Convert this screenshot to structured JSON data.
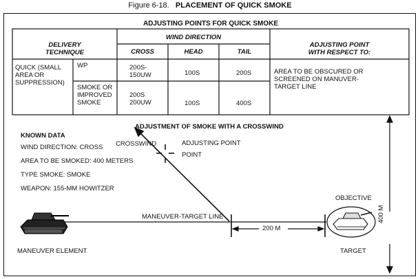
{
  "figure": {
    "number": "Figure 6-18.",
    "title": "PLACEMENT OF QUICK SMOKE"
  },
  "table": {
    "title": "ADJUSTING POINTS FOR QUICK SMOKE",
    "header": {
      "delivery_technique": [
        "DELIVERY",
        "TECHNIQUE"
      ],
      "wind_direction": "WIND DIRECTION",
      "cross": "CROSS",
      "head": "HEAD",
      "tail": "TAIL",
      "adjusting_point": [
        "ADJUSTING POINT",
        "WITH RESPECT TO:"
      ]
    },
    "technique": [
      "QUICK (SMALL",
      "AREA OR",
      "SUPPRESSION)"
    ],
    "rows": [
      {
        "munition": [
          "WP"
        ],
        "cross": [
          "200S-",
          "150UW"
        ],
        "head": "100S",
        "tail": "200S"
      },
      {
        "munition": [
          "SMOKE OR",
          "IMPROVED",
          "SMOKE"
        ],
        "cross": [
          "200S",
          "200UW"
        ],
        "head": "100S",
        "tail": "400S"
      }
    ],
    "adjusting_point_value": [
      "AREA TO BE OBSCURED OR",
      "SCREENED ON MANUVER-",
      "TARGET LINE"
    ]
  },
  "diagram": {
    "title": "ADJUSTMENT OF SMOKE WITH A CROSSWIND",
    "known_data": [
      "KNOWN DATA",
      "WIND DIRECTION: CROSS",
      "AREA TO BE SMOKED: 400 METERS",
      "TYPE SMOKE: SMOKE",
      "WEAPON: 155-MM HOWITZER"
    ],
    "crosswind_label": "CROSSWIND",
    "adjusting_point_label": [
      "ADJUSTING POINT",
      "POINT"
    ],
    "maneuver_target_line_label": "MANEUVER-TARGET LINE",
    "distance_label": "200 M",
    "vertical_distance_label": "400 M",
    "maneuver_element_label": "MANEUVER ELEMENT",
    "objective_label": "OBJECTIVE",
    "target_label": "TARGET"
  }
}
